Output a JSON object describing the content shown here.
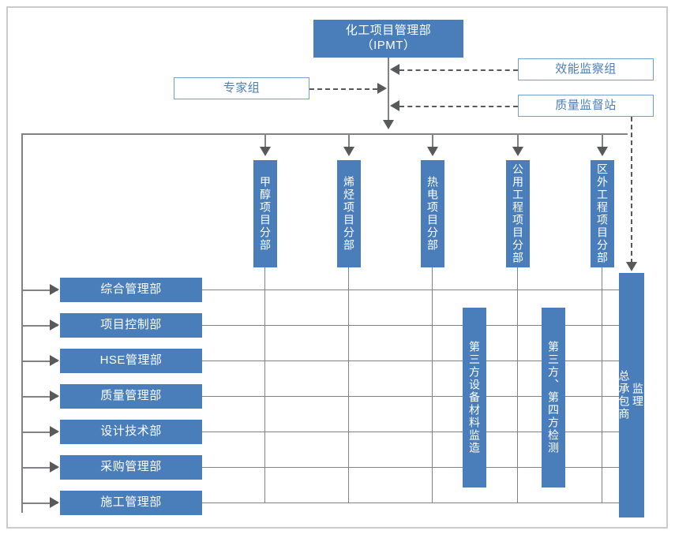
{
  "diagram": {
    "title_box": {
      "line1": "化工项目管理部",
      "line2": "（IPMT）"
    },
    "left_advisor": {
      "label": "专家组"
    },
    "right_supervisors": [
      {
        "label": "效能监察组"
      },
      {
        "label": "质量监督站"
      }
    ],
    "project_divisions": [
      {
        "label": "甲醇项目分部"
      },
      {
        "label": "烯烃项目分部"
      },
      {
        "label": "热电项目分部"
      },
      {
        "label": "公用工程项目分部"
      },
      {
        "label": "区外工程项目分部"
      }
    ],
    "departments": [
      {
        "label": "综合管理部"
      },
      {
        "label": "项目控制部"
      },
      {
        "label": "HSE管理部"
      },
      {
        "label": "质量管理部"
      },
      {
        "label": "设计技术部"
      },
      {
        "label": "采购管理部"
      },
      {
        "label": "施工管理部"
      }
    ],
    "third_parties": [
      {
        "label": "第三方设备材料监造"
      },
      {
        "label": "第三方、第四方检测"
      }
    ],
    "contractor_column": {
      "supervisor_label": "监理",
      "contractor_label": "总承包商"
    },
    "colors": {
      "box_fill": "#4a7ebb",
      "box_text": "#ffffff",
      "hollow_border": "#6f9fd2",
      "hollow_text": "#4a7ebb",
      "connector": "#808285",
      "dashed_connector": "#58595b",
      "frame": "#c9cbcd"
    }
  }
}
